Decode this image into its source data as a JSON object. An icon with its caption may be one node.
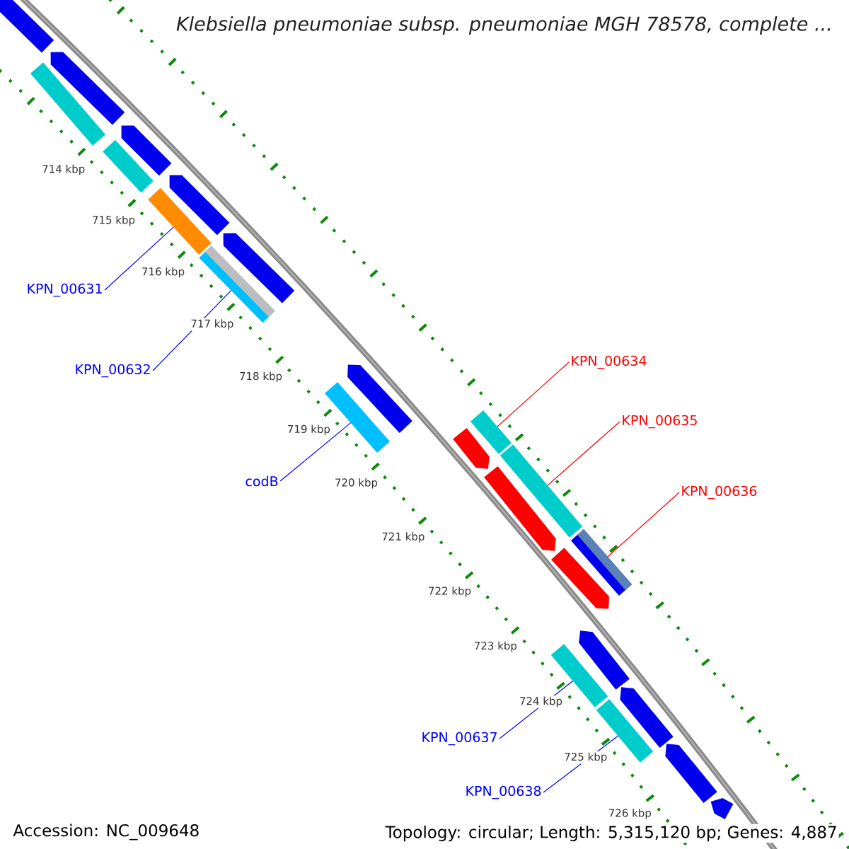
{
  "diagram": {
    "title": "Klebsiella pneumoniae subsp. pneumoniae MGH 78578, complete ...",
    "nodes": [
      {
        "text": [
          "KPN_00631"
        ]
      },
      {
        "text": [],
        "shape": "box"
      },
      {
        "text": [
          "KPN_00632"
        ]
      },
      {
        "text": [],
        "shape": "box"
      },
      {
        "text": [
          "codB"
        ]
      },
      {
        "text": [],
        "shape": "box"
      },
      {
        "text": [
          "KPN_00634"
        ]
      },
      {
        "text": [],
        "shape": "box"
      },
      {
        "text": [
          "KPN_00635"
        ]
      },
      {
        "text": [],
        "shape": "box"
      },
      {
        "text": [
          "KPN_00636"
        ]
      },
      {
        "text": [],
        "shape": "box"
      },
      {
        "text": [
          "KPN_00637"
        ]
      },
      {
        "text": [],
        "shape": "box"
      },
      {
        "text": [
          "KPN_00638"
        ]
      },
      {
        "text": [],
        "shape": "box"
      },
      {
        "text": [],
        "shape": "arrow"
      },
      {
        "text": [],
        "shape": "arrow"
      },
      {
        "text": [],
        "shape": "box"
      },
      {
        "text": [],
        "shape": "arrow"
      },
      {
        "text": [],
        "shape": "box"
      },
      {
        "text": [],
        "shape": "arrow"
      },
      {
        "text": [],
        "shape": "arrow"
      },
      {
        "text": [],
        "shape": "arrow"
      },
      {
        "text": [],
        "shape": "arrow"
      },
      {
        "text": [],
        "shape": "arrow"
      },
      {
        "text": [],
        "shape": "arrow"
      },
      {
        "text": [],
        "shape": "arrow"
      },
      {
        "text": [],
        "shape": "arrow"
      },
      {
        "text": [],
        "shape": "arrow"
      },
      {
        "text": [],
        "shape": "arrow"
      }
    ],
    "edges": [
      {
        "from": 0,
        "to": 1,
        "arrow": "none"
      },
      {
        "from": 2,
        "to": 3,
        "arrow": "none"
      },
      {
        "from": 4,
        "to": 5,
        "arrow": "none"
      },
      {
        "from": 6,
        "to": 7,
        "arrow": "none",
        "color": "#ff0000"
      },
      {
        "from": 8,
        "to": 9,
        "arrow": "none",
        "color": "#ff0000"
      },
      {
        "from": 10,
        "to": 11,
        "arrow": "none",
        "color": "#ff0000"
      },
      {
        "from": 12,
        "to": 13,
        "arrow": "none"
      },
      {
        "from": 14,
        "to": 15,
        "arrow": "none"
      }
    ],
    "labels": [
      "714 kbp",
      "715 kbp",
      "716 kbp",
      "717 kbp",
      "718 kbp",
      "719 kbp",
      "720 kbp",
      "721 kbp",
      "722 kbp",
      "723 kbp",
      "724 kbp",
      "725 kbp",
      "726 kbp",
      "Accession: NC_009648",
      "Topology: circular; Length: 5,315,120 bp; Genes: 4,887"
    ]
  }
}
